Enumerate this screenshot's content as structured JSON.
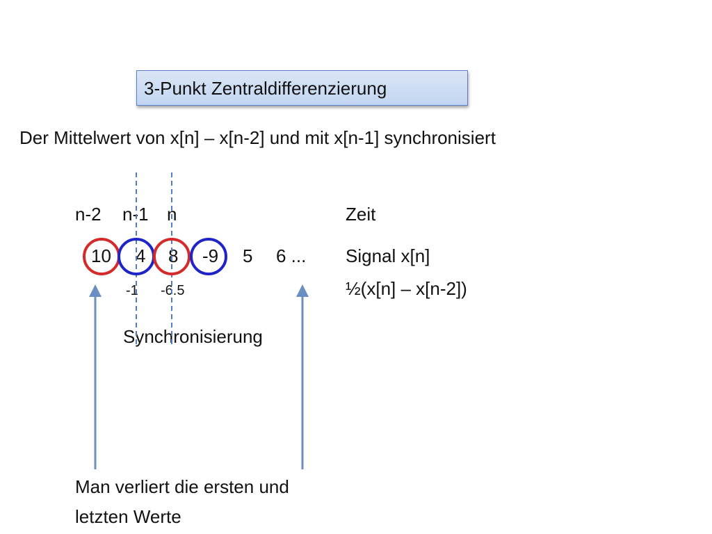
{
  "title": "3-Punkt Zentraldifferenzierung",
  "subtitle": "Der Mittelwert von x[n] – x[n-2] und mit x[n-1] synchronisiert",
  "index_labels": [
    "n-2",
    "n-1",
    "n"
  ],
  "time_label": "Zeit",
  "signal_values": [
    "10",
    "4",
    "8",
    "-9",
    "5",
    "6 ..."
  ],
  "signal_label": "Signal  x[n]",
  "diff_values": [
    "-1",
    "-6.5"
  ],
  "formula_label": "½(x[n] – x[n-2])",
  "sync_label": "Synchronisierung",
  "note_line1": "Man verliert die ersten und",
  "note_line2": "letzten Werte",
  "colors": {
    "red_circle": "#d42a2a",
    "blue_circle": "#1f24c8",
    "arrow": "#6b8fc2",
    "dashed_line": "#4f7fbf",
    "title_box": "#c9daf3"
  }
}
